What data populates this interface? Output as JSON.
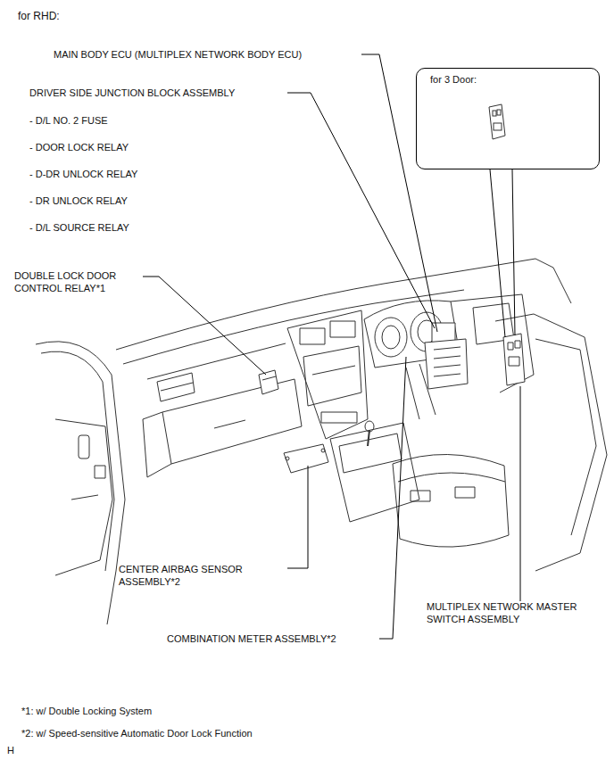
{
  "diagram": {
    "title": "for RHD:",
    "nodes": [
      {
        "text": [
          "for 3 Door:"
        ]
      }
    ],
    "labels": [
      "MAIN BODY ECU (MULTIPLEX NETWORK BODY ECU)",
      "DRIVER SIDE JUNCTION BLOCK ASSEMBLY",
      "- D/L NO. 2 FUSE",
      "- DOOR LOCK RELAY",
      "- D-DR UNLOCK RELAY",
      "- DR UNLOCK RELAY",
      "- D/L SOURCE RELAY",
      "DOUBLE LOCK DOOR CONTROL RELAY*1",
      "CENTER AIRBAG SENSOR ASSEMBLY*2",
      "MULTIPLEX NETWORK MASTER SWITCH ASSEMBLY",
      "COMBINATION METER ASSEMBLY*2",
      "*1: w/ Double Locking System",
      "*2: w/ Speed-sensitive Automatic Door Lock Function",
      "H"
    ]
  }
}
